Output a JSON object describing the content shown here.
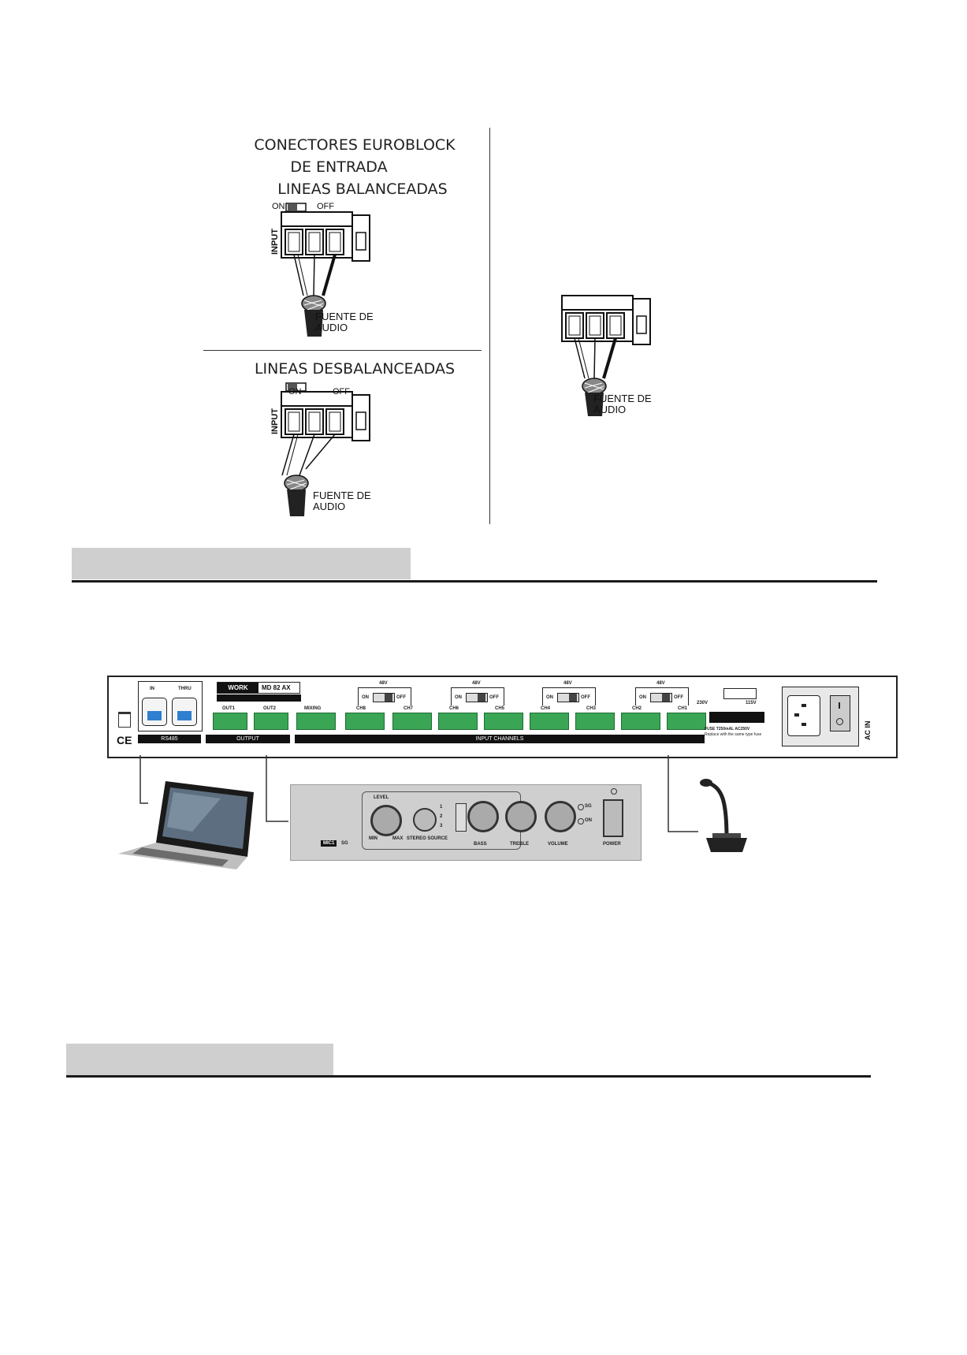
{
  "connectors": {
    "balanced_title": [
      "CONECTORES EUROBLOCK",
      "DE ENTRADA",
      "LINEAS BALANCEADAS"
    ],
    "unbalanced_title": "LINEAS DESBALANCEADAS",
    "switch_on": "ON",
    "switch_off": "OFF",
    "input_label": "INPUT",
    "source_label_line1": "FUENTE DE",
    "source_label_line2": "AUDIO"
  },
  "rear_panel": {
    "brand": "WORK",
    "model": "MD 82 AX",
    "rs485_in": "IN",
    "rs485_thru": "THRU",
    "rs485_label": "RS485",
    "output_label": "OUTPUT",
    "input_channels_label": "INPUT CHANNELS",
    "out1": "OUT1",
    "out2": "OUT2",
    "mixing": "MIXING",
    "channels": [
      "CH8",
      "CH7",
      "CH6",
      "CH5",
      "CH4",
      "CH3",
      "CH2",
      "CH1"
    ],
    "phantom": "48V",
    "sw_on": "ON",
    "sw_off": "OFF",
    "v230": "230V",
    "v115": "115V",
    "fuse_text": "FUSE T250mAL AC250V",
    "fuse_text2": "Replace with the same type fuse",
    "ac_in": "AC IN",
    "ce": "CE"
  },
  "wall_panel": {
    "level": "LEVEL",
    "stereo_source": "STEREO SOURCE",
    "sources": [
      "1",
      "2",
      "3"
    ],
    "bass": "BASS",
    "treble": "TREBLE",
    "volume": "VOLUME",
    "power": "POWER",
    "max": "MAX",
    "min": "MIN",
    "sg": "SG",
    "on": "ON",
    "mic": "MIC1"
  },
  "colors": {
    "section_bar": "#cfcfcf",
    "connector_green": "#3aa655",
    "rj45_blue": "#2f7fd0"
  }
}
